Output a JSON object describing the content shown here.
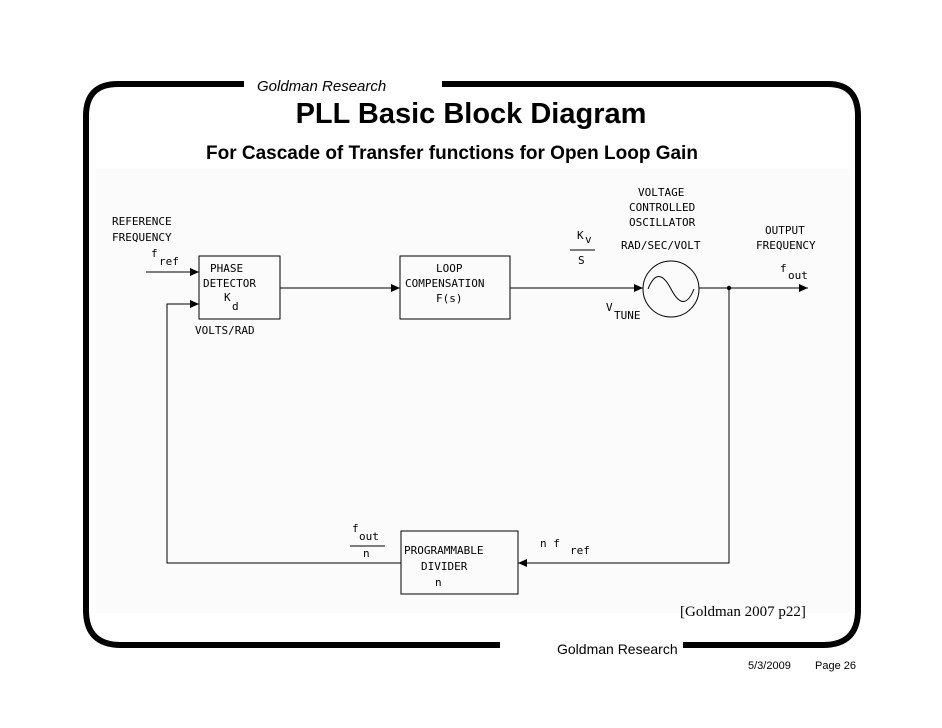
{
  "header": {
    "org": "Goldman Research"
  },
  "title": "PLL Basic Block Diagram",
  "subtitle": "For Cascade of Transfer functions for Open Loop Gain",
  "diagram": {
    "reference_label_1": "REFERENCE",
    "reference_label_2": "FREQUENCY",
    "fref_f": "f",
    "fref_sub": "ref",
    "phase_detector": {
      "line1": "PHASE",
      "line2": "DETECTOR",
      "line3": "K",
      "line3_sub": "d",
      "units": "VOLTS/RAD"
    },
    "loop_comp": {
      "line1": "LOOP",
      "line2": "COMPENSATION",
      "line3": "F(s)"
    },
    "kv": {
      "num": "K",
      "num_sub": "v",
      "den": "S"
    },
    "vco": {
      "line1": "VOLTAGE",
      "line2": "CONTROLLED",
      "line3": "OSCILLATOR",
      "units": "RAD/SEC/VOLT",
      "vtune": "V",
      "vtune_sub": "TUNE"
    },
    "output": {
      "line1": "OUTPUT",
      "line2": "FREQUENCY",
      "fout_f": "f",
      "fout_sub": "out"
    },
    "divider": {
      "line1": "PROGRAMMABLE",
      "line2": "DIVIDER",
      "line3": "n"
    },
    "feedback_label": {
      "n": "n f",
      "sub": "ref"
    },
    "div_out": {
      "num": "f",
      "num_sub": "out",
      "den": "n"
    }
  },
  "citation": "[Goldman 2007 p22]",
  "footer": {
    "org": "Goldman Research",
    "date": "5/3/2009",
    "page": "Page 26"
  }
}
